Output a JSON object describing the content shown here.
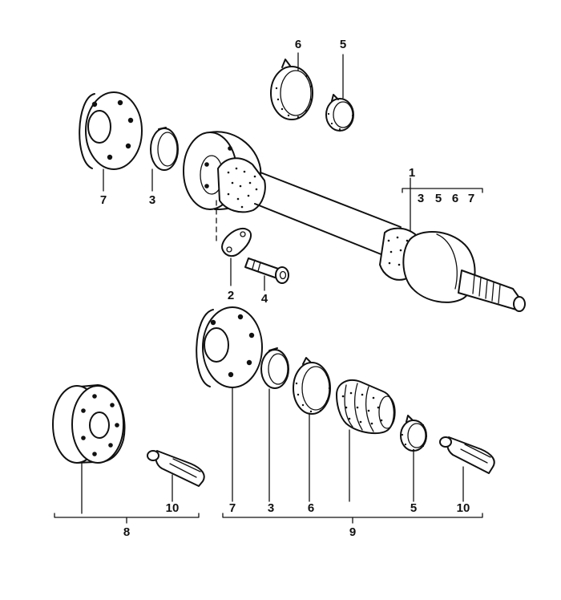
{
  "parts": {
    "p1": "1",
    "p1_sub": [
      "3",
      "5",
      "6",
      "7"
    ],
    "p2": "2",
    "p3_upper": "3",
    "p3_lower": "3",
    "p4": "4",
    "p5_upper": "5",
    "p5_lower": "5",
    "p6_upper": "6",
    "p6_lower": "6",
    "p7_upper": "7",
    "p7_lower": "7",
    "p8": "8",
    "p9": "9",
    "p10_left": "10",
    "p10_right": "10"
  },
  "colors": {
    "ink": "#111111",
    "paper": "#ffffff"
  }
}
